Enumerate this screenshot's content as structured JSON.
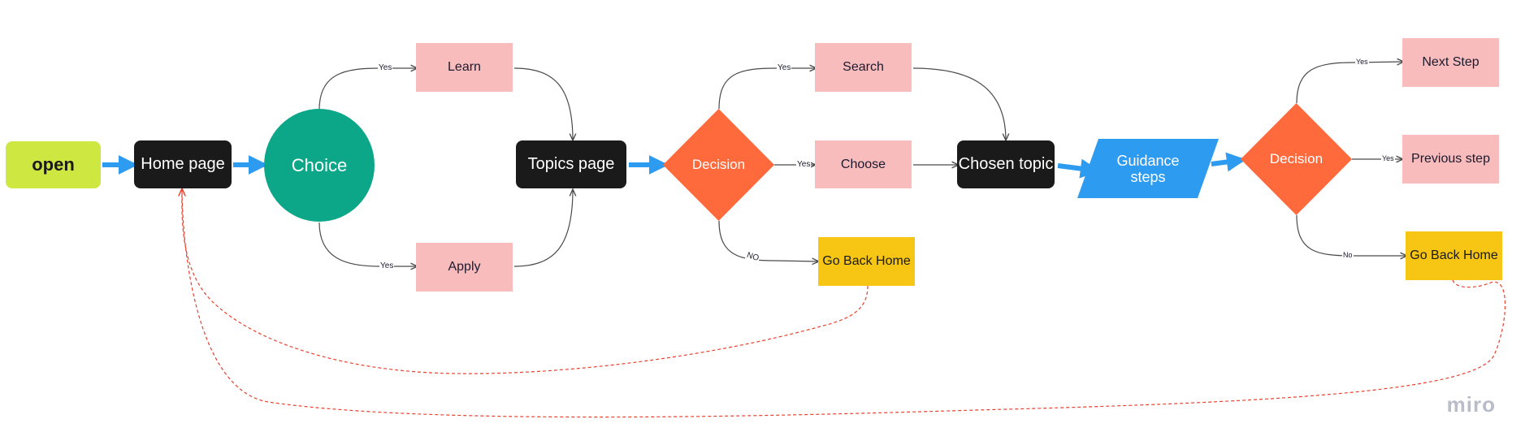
{
  "nodes": {
    "open": "open",
    "home_page": "Home page",
    "choice": "Choice",
    "learn": "Learn",
    "apply": "Apply",
    "topics_page": "Topics page",
    "decision_1": "Decision",
    "search": "Search",
    "choose": "Choose",
    "go_back_home_1": "Go Back Home",
    "chosen_topic": "Chosen topic",
    "guidance_steps": "Guidance steps",
    "decision_2": "Decision",
    "next_step": "Next Step",
    "previous_step": "Previous step",
    "go_back_home_2": "Go Back Home"
  },
  "edge_labels": {
    "choice_learn": "Yes",
    "choice_apply": "Yes",
    "decision1_search": "Yes",
    "decision1_choose": "Yes",
    "decision1_goback": "NO",
    "decision2_next": "Yes",
    "decision2_previous": "Yes",
    "decision2_goback": "No"
  },
  "watermark": "miro",
  "colors": {
    "flow_arrow": "#2d9bf0",
    "return_arrow": "#e8402f",
    "connector": "#4a4a4a",
    "terminal": "#cee741",
    "page": "#1a1a1a",
    "choice": "#0ca789",
    "option": "#f9bcbd",
    "decision": "#ff6a3d",
    "go_back": "#f7c513",
    "guidance": "#2d9bf0"
  }
}
